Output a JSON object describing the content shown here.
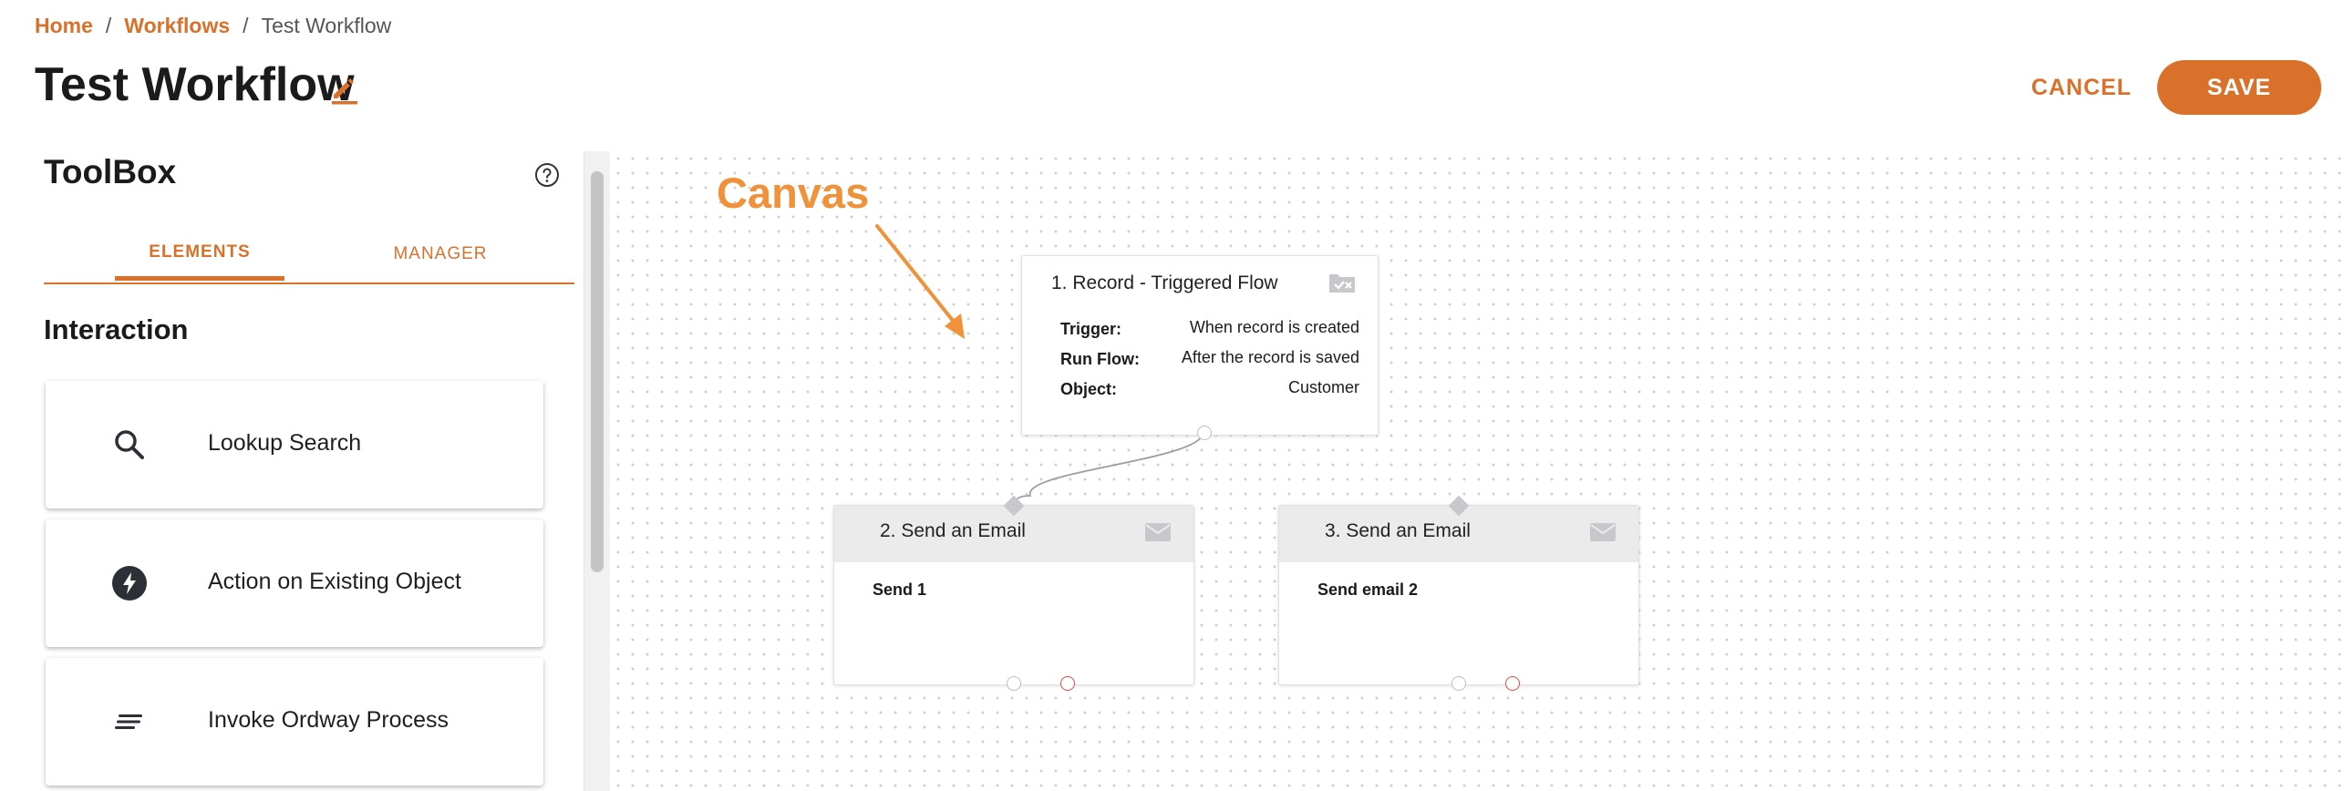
{
  "breadcrumb": {
    "home": "Home",
    "workflows": "Workflows",
    "current": "Test Workflow",
    "separator": "/"
  },
  "header": {
    "title": "Test Workflow",
    "edit_icon": "pencil-icon",
    "cancel_label": "CANCEL",
    "save_label": "SAVE"
  },
  "toolbox": {
    "title": "ToolBox",
    "help_icon": "help-circle-icon",
    "tabs": [
      {
        "label": "ELEMENTS",
        "active": true
      },
      {
        "label": "MANAGER",
        "active": false
      }
    ],
    "section_heading": "Interaction",
    "items": [
      {
        "label": "Lookup Search",
        "icon": "search-icon"
      },
      {
        "label": "Action on Existing Object",
        "icon": "bolt-icon"
      },
      {
        "label": "Invoke Ordway Process",
        "icon": "lines-icon"
      }
    ]
  },
  "canvas": {
    "annotation": "Canvas",
    "nodes": [
      {
        "title": "1. Record - Triggered Flow",
        "icon": "folder-check-icon",
        "fields": [
          {
            "label": "Trigger:",
            "value": "When record is created"
          },
          {
            "label": "Run Flow:",
            "value": "After the record is saved"
          },
          {
            "label": "Object:",
            "value": "Customer"
          }
        ]
      },
      {
        "title": "2. Send an Email",
        "icon": "envelope-icon",
        "body": "Send 1"
      },
      {
        "title": "3. Send an Email",
        "icon": "envelope-icon",
        "body": "Send email 2"
      }
    ]
  },
  "colors": {
    "accent": "#d9712b",
    "annotation": "#f0923a",
    "error_handle": "#e04848"
  }
}
